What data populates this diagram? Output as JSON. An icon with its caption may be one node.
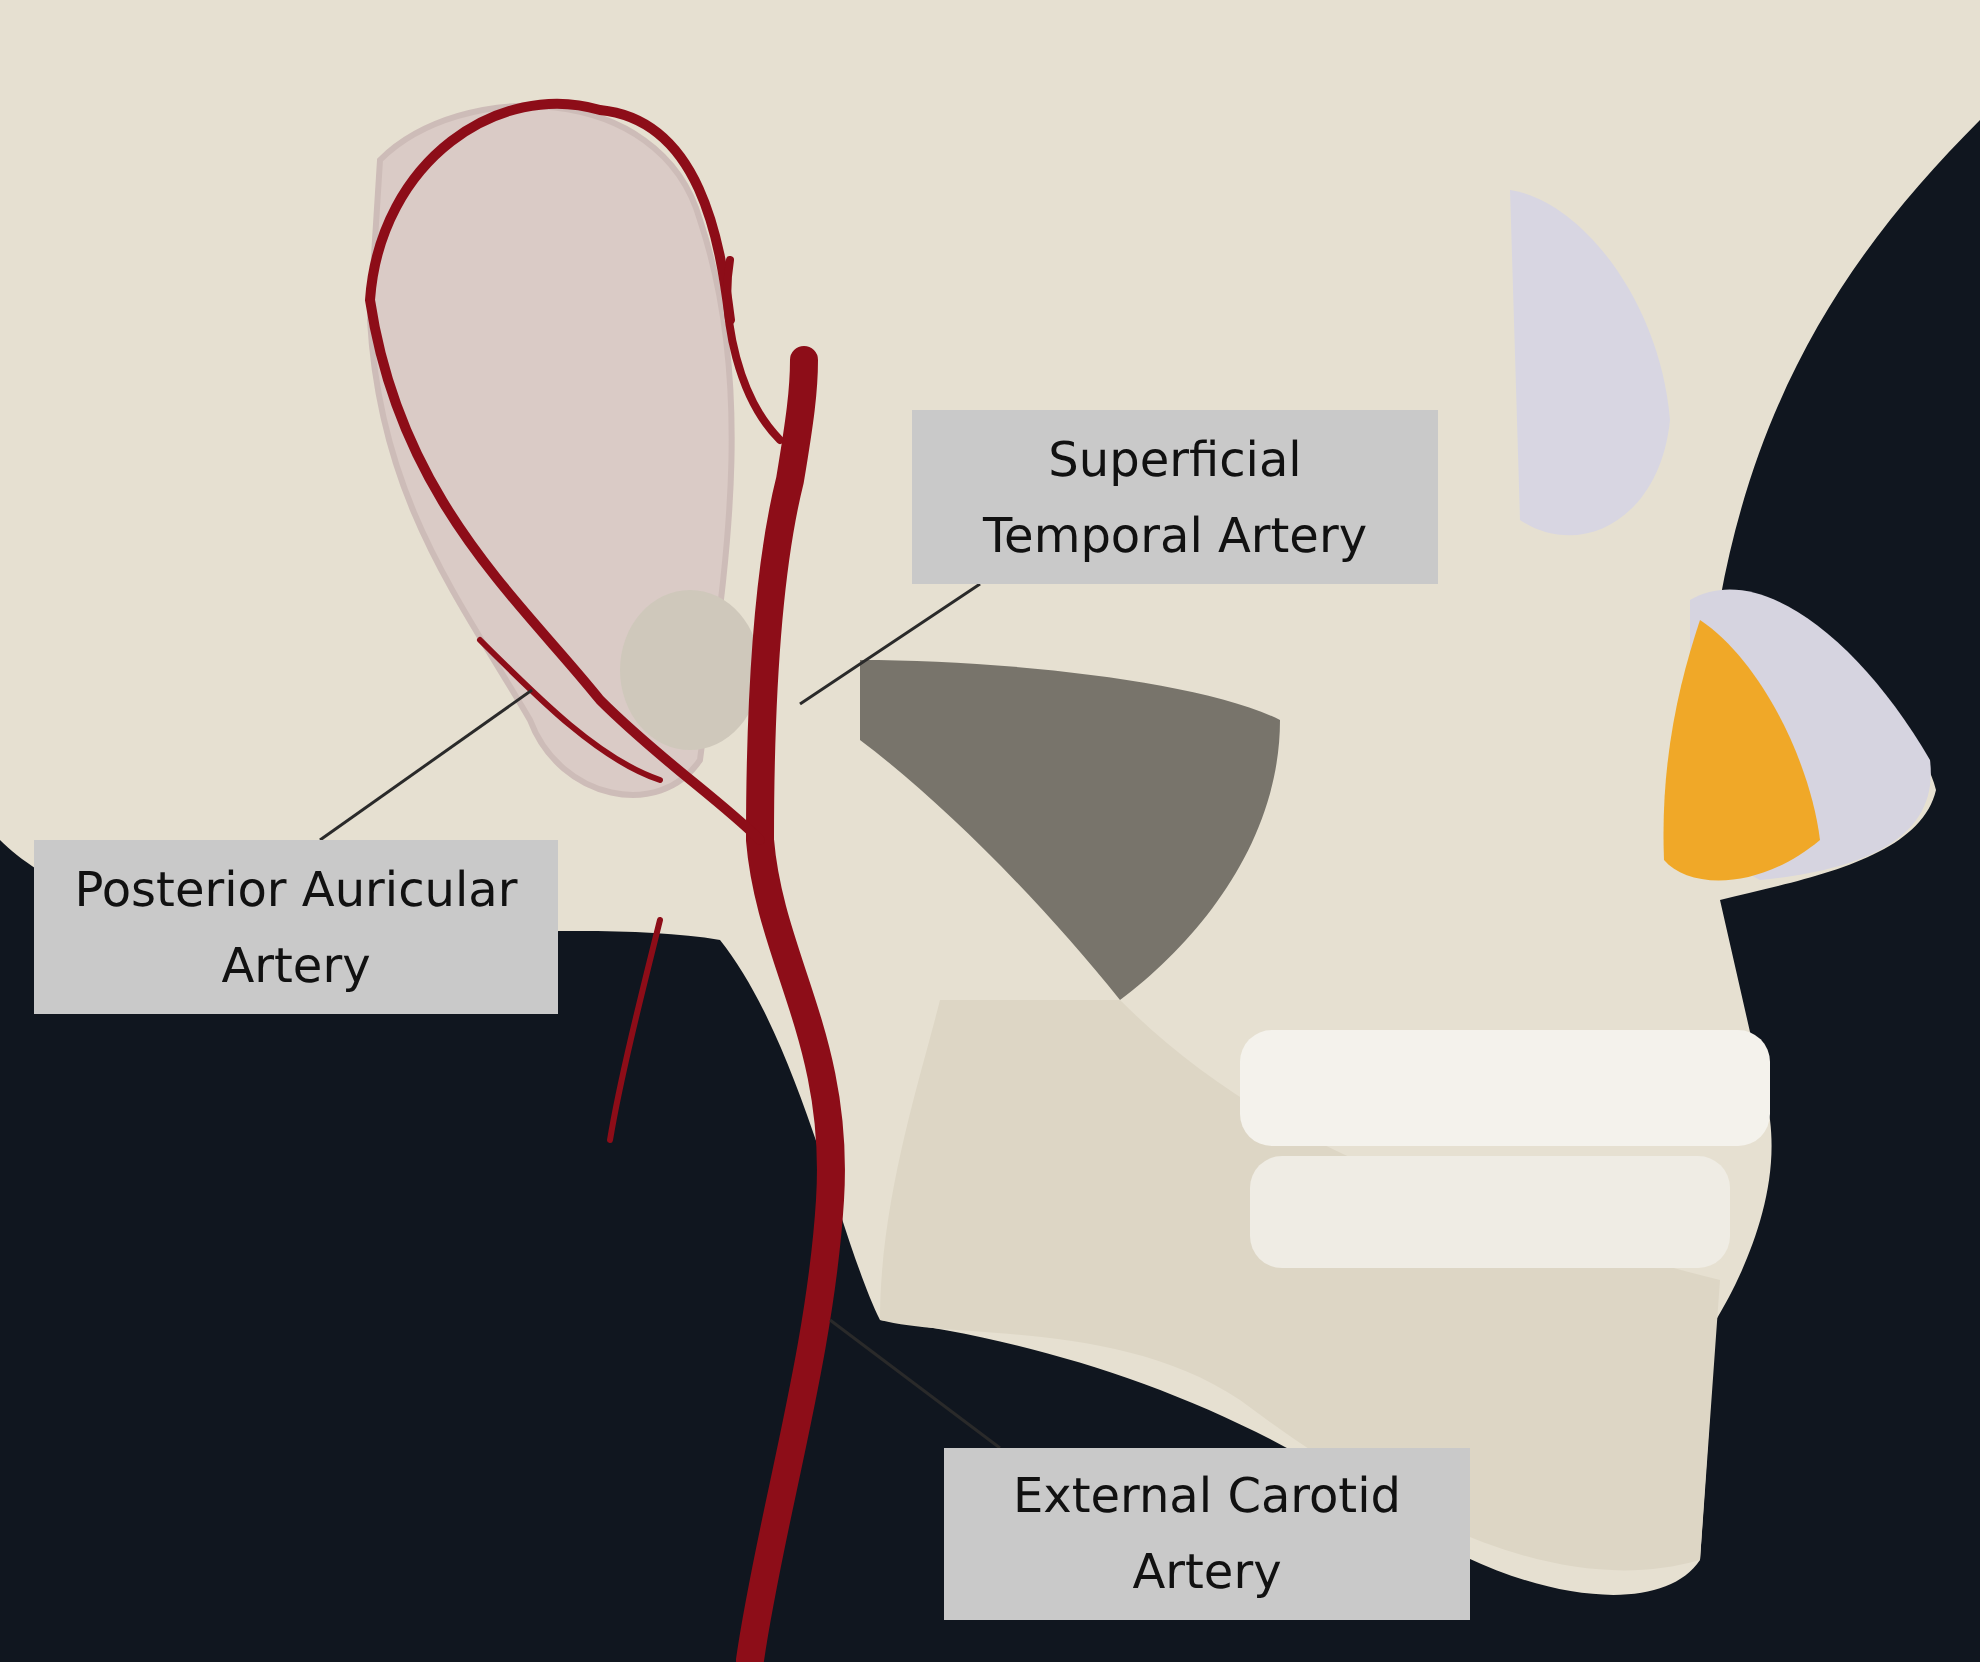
{
  "diagram": {
    "nodes": [
      {
        "text": [
          "Superficial Temporal Artery"
        ]
      },
      {
        "text": [
          "Posterior Auricular Artery"
        ]
      },
      {
        "text": [
          "External Carotid Artery"
        ]
      }
    ],
    "edges": [
      {
        "from": 0,
        "to": null,
        "arrow": "none"
      },
      {
        "from": 1,
        "to": null,
        "arrow": "none"
      },
      {
        "from": 2,
        "to": null,
        "arrow": "none"
      }
    ]
  }
}
